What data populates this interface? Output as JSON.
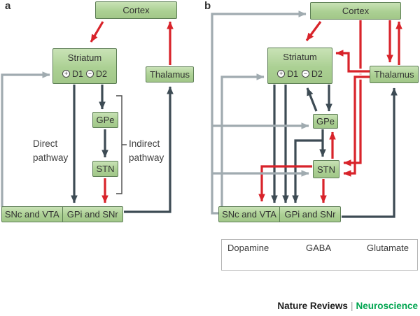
{
  "panel_a": {
    "label": "a",
    "cortex": "Cortex",
    "striatum": "Striatum",
    "d1_sign": "+",
    "d1": "D1",
    "d2_sign": "−",
    "d2": "D2",
    "thalamus": "Thalamus",
    "gpe": "GPe",
    "stn": "STN",
    "snc_vta": "SNc and VTA",
    "gpi_snr": "GPi and SNr",
    "direct_line1": "Direct",
    "direct_line2": "pathway",
    "indirect_line1": "Indirect",
    "indirect_line2": "pathway"
  },
  "panel_b": {
    "label": "b",
    "cortex": "Cortex",
    "striatum": "Striatum",
    "d1_sign": "+",
    "d1": "D1",
    "d2_sign": "−",
    "d2": "D2",
    "thalamus": "Thalamus",
    "gpe": "GPe",
    "stn": "STN",
    "snc_vta": "SNc and VTA",
    "gpi_snr": "GPi and SNr"
  },
  "legend": {
    "items": [
      {
        "label": "Dopamine",
        "color": "#a0abb0"
      },
      {
        "label": "GABA",
        "color": "#3d4b54"
      },
      {
        "label": "Glutamate",
        "color": "#d8232a"
      }
    ]
  },
  "footer": {
    "brand": "Nature Reviews",
    "separator": "|",
    "journal": "Neuroscience"
  },
  "colors": {
    "dopamine_gray": "#a0abb0",
    "gaba_dark": "#3d4b54",
    "glutamate_red": "#d8232a",
    "box_fill": "#abd093",
    "box_border": "#5d7e55",
    "journal_green": "#00a550"
  }
}
